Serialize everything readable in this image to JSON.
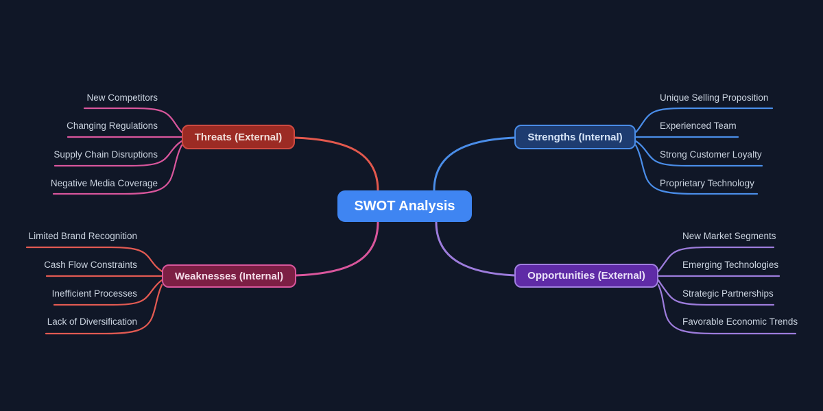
{
  "diagram": {
    "type": "mindmap",
    "title": "SWOT Analysis",
    "background_color": "#101727",
    "leaf_text_color": "#c9d2de",
    "center": {
      "label": "SWOT Analysis",
      "fill": "#3f85f2",
      "text_color": "#ffffff"
    },
    "branches": [
      {
        "id": "threats",
        "label": "Threats (External)",
        "position": "top-left",
        "fill": "#9c2b24",
        "border_color": "#cf4a41",
        "curve_color": "#e2584d",
        "leaf_line_color": "#d9569c",
        "items": [
          "New Competitors",
          "Changing Regulations",
          "Supply Chain Disruptions",
          "Negative Media Coverage"
        ]
      },
      {
        "id": "strengths",
        "label": "Strengths (Internal)",
        "position": "top-right",
        "fill": "#1e3c70",
        "border_color": "#4a8de8",
        "curve_color": "#4a8de8",
        "leaf_line_color": "#4a8de8",
        "items": [
          "Unique Selling Proposition",
          "Experienced Team",
          "Strong Customer Loyalty",
          "Proprietary Technology"
        ]
      },
      {
        "id": "weaknesses",
        "label": "Weaknesses (Internal)",
        "position": "bottom-left",
        "fill": "#7c1f44",
        "border_color": "#d9569c",
        "curve_color": "#d9569c",
        "leaf_line_color": "#e25a52",
        "items": [
          "Limited Brand Recognition",
          "Cash Flow Constraints",
          "Inefficient Processes",
          "Lack of Diversification"
        ]
      },
      {
        "id": "opportunities",
        "label": "Opportunities (External)",
        "position": "bottom-right",
        "fill": "#5f2ba6",
        "border_color": "#a17fe0",
        "curve_color": "#9d7cdc",
        "leaf_line_color": "#9d7cdc",
        "items": [
          "New Market Segments",
          "Emerging Technologies",
          "Strategic Partnerships",
          "Favorable Economic Trends"
        ]
      }
    ]
  }
}
